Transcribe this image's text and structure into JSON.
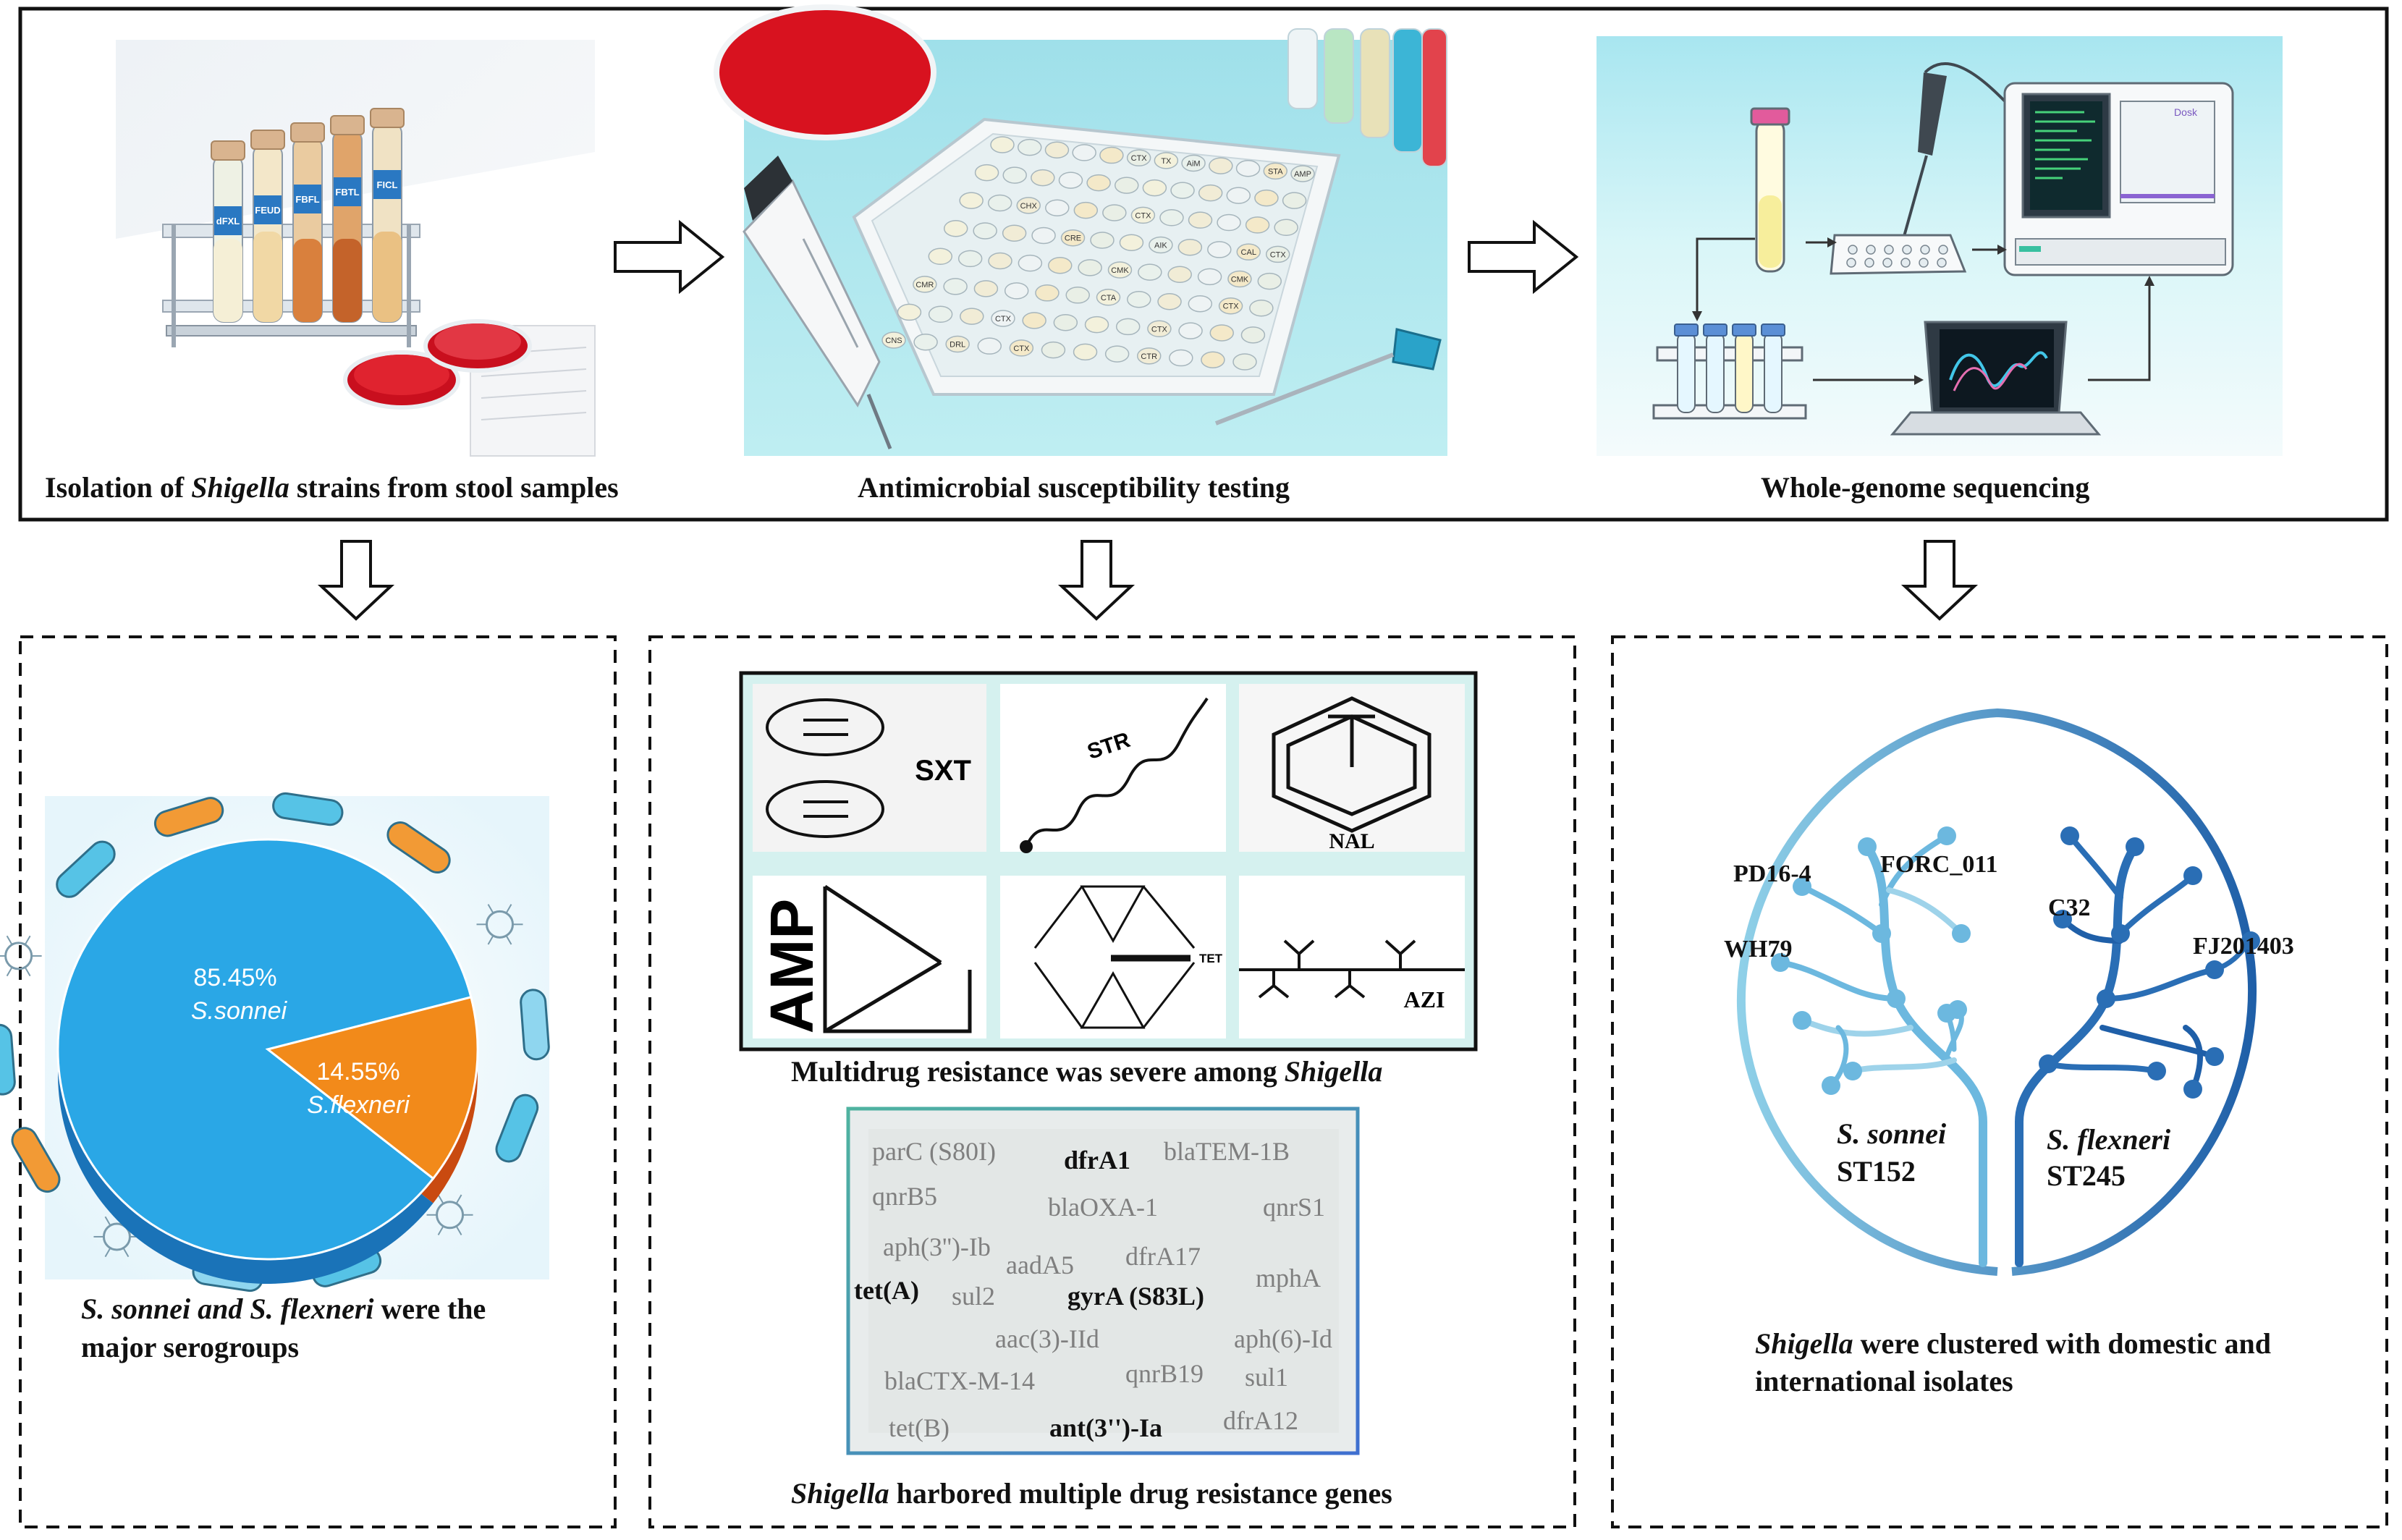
{
  "steps": [
    {
      "caption_pre": "Isolation of ",
      "caption_italic": "Shigella",
      "caption_post": " strains from stool samples",
      "tube_labels": [
        "dFXL",
        "FEUD",
        "FBFL",
        "FBTL",
        "FICL"
      ]
    },
    {
      "caption": "Antimicrobial susceptibility testing",
      "well_labels": [
        "CTX",
        "TX",
        "AiM",
        "STA",
        "AMP",
        "CHX",
        "CTX",
        "CRE",
        "AIK",
        "CAL",
        "CTX",
        "CMK",
        "CMK",
        "CMR",
        "CTA",
        "CTX",
        "CTX",
        "CTX",
        "CNS",
        "DRL",
        "CTX",
        "CTR"
      ]
    },
    {
      "caption": "Whole-genome sequencing",
      "screen_label": "Dosk"
    }
  ],
  "pie": {
    "slices": [
      {
        "name": "S.sonnei",
        "percent_label": "85.45%",
        "value": 85.45,
        "color": "#2aa7e6"
      },
      {
        "name": "S.flexneri",
        "percent_label": "14.55%",
        "value": 14.55,
        "color": "#f28a1a"
      }
    ],
    "caption_line1_italic": "S. sonnei and S. flexneri",
    "caption_line1_post": " were the",
    "caption_line2": "major serogroups"
  },
  "mdr": {
    "drugs": [
      "SXT",
      "STR",
      "NAL",
      "AMP",
      "TET",
      "AZI"
    ],
    "caption_pre": "Multidrug resistance was severe among ",
    "caption_italic": "Shigella"
  },
  "genes": {
    "items": [
      {
        "text": "parC (S80I)",
        "bold": false
      },
      {
        "text": "dfrA1",
        "bold": true
      },
      {
        "text": "blaTEM-1B",
        "bold": false
      },
      {
        "text": "qnrB5",
        "bold": false
      },
      {
        "text": "blaOXA-1",
        "bold": false
      },
      {
        "text": "qnrS1",
        "bold": false
      },
      {
        "text": "aph(3'')-Ib",
        "bold": false
      },
      {
        "text": "aadA5",
        "bold": false
      },
      {
        "text": "dfrA17",
        "bold": false
      },
      {
        "text": "mphA",
        "bold": false
      },
      {
        "text": "tet(A)",
        "bold": true
      },
      {
        "text": "sul2",
        "bold": false
      },
      {
        "text": "gyrA (S83L)",
        "bold": true
      },
      {
        "text": "aac(3)-IId",
        "bold": false
      },
      {
        "text": "aph(6)-Id",
        "bold": false
      },
      {
        "text": "qnrB19",
        "bold": false
      },
      {
        "text": "blaCTX-M-14",
        "bold": false
      },
      {
        "text": "sul1",
        "bold": false
      },
      {
        "text": "tet(B)",
        "bold": false
      },
      {
        "text": "ant(3'')-Ia",
        "bold": true
      },
      {
        "text": "dfrA12",
        "bold": false
      }
    ],
    "caption_italic": "Shigella",
    "caption_post": " harbored multiple drug resistance genes"
  },
  "tree": {
    "isolates": [
      "PD16-4",
      "FORC_011",
      "WH79",
      "C32",
      "FJ201403"
    ],
    "left_species": "S. sonnei",
    "left_st": "ST152",
    "right_species": "S. flexneri",
    "right_st": "ST245",
    "caption_line1_italic": "Shigella",
    "caption_line1_post": " were clustered with domestic and",
    "caption_line2": "international isolates"
  }
}
